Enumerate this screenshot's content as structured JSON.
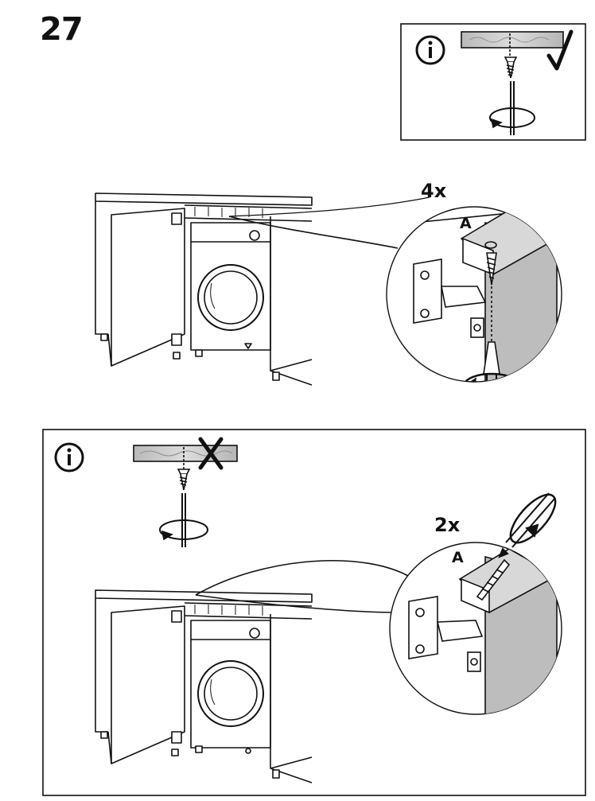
{
  "step": {
    "number": "27"
  },
  "top_info": {
    "icon": "info-icon",
    "result": "check-mark-icon"
  },
  "main_detail": {
    "quantity": "4x",
    "part": "A"
  },
  "bottom_info": {
    "icon": "info-icon",
    "result": "cross-mark-icon"
  },
  "bottom_detail": {
    "quantity": "2x",
    "part": "A"
  },
  "colors": {
    "ink": "#111111",
    "wood": "#c9c9c9",
    "panel": "#bdbdbd",
    "paper": "#ffffff"
  }
}
